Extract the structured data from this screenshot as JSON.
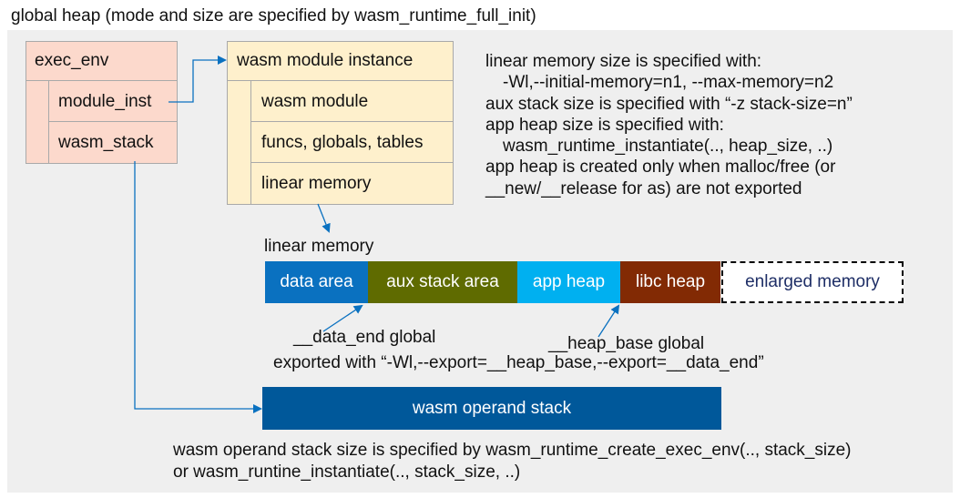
{
  "title": "global heap (mode and size are specified by wasm_runtime_full_init)",
  "exec_env": {
    "header": "exec_env",
    "rows": [
      "module_inst",
      "wasm_stack"
    ]
  },
  "module_instance": {
    "header": "wasm module instance",
    "rows": [
      "wasm module",
      "funcs, globals, tables",
      "linear memory"
    ]
  },
  "notes": [
    "linear memory size is specified with:",
    "-Wl,--initial-memory=n1, --max-memory=n2",
    "aux stack size is specified with “-z stack-size=n”",
    "app heap size is specified with:",
    "wasm_runtime_instantiate(.., heap_size, ..)",
    "app heap is created only when malloc/free (or",
    "__new/__release for as) are not exported"
  ],
  "linear_memory": {
    "label": "linear memory",
    "segments": [
      "data area",
      "aux stack area",
      "app heap",
      "libc heap",
      "enlarged memory"
    ]
  },
  "annotations": {
    "data_end": "__data_end global",
    "heap_base": "__heap_base global",
    "exported": "exported with “-Wl,--export=__heap_base,--export=__data_end”"
  },
  "operand_stack": {
    "label": "wasm operand stack",
    "note": [
      "wasm operand stack size is specified by wasm_runtime_create_exec_env(.., stack_size)",
      "or wasm_runtine_instantiate(.., stack_size, ..)"
    ]
  },
  "colors": {
    "exec_env_fill": "#fcd9cc",
    "instance_fill": "#fef0cc",
    "panel": "#efefef",
    "arrow": "#0a71c0",
    "data_area": "#0a71c0",
    "aux_stack_area": "#5f6b00",
    "app_heap": "#00b0f0",
    "libc_heap": "#822a04",
    "operand_stack": "#00589a"
  }
}
